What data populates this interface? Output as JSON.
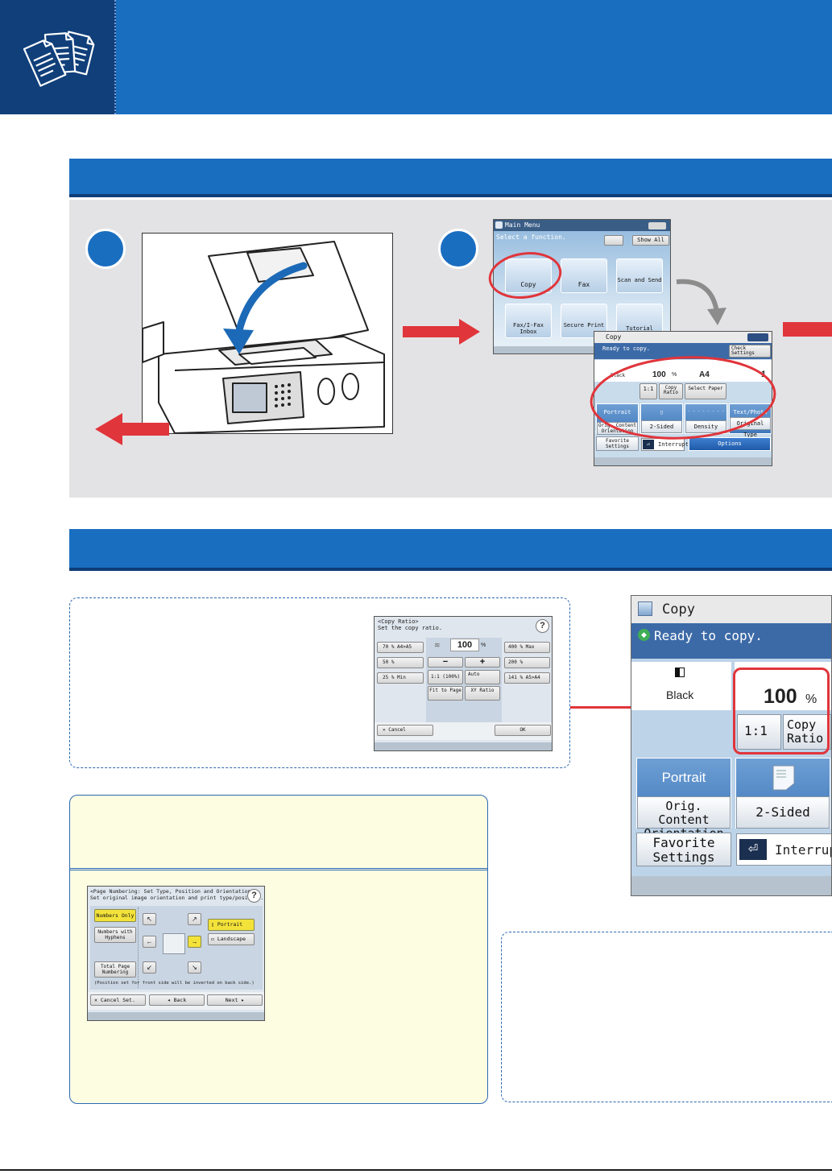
{
  "main_menu": {
    "title": "Main Menu",
    "prompt": "Select a function.",
    "show_all": "Show All",
    "tiles": [
      "Copy",
      "Fax",
      "Scan and Send",
      "Fax/I-Fax Inbox",
      "Secure Print",
      "Tutorial"
    ]
  },
  "copy_small": {
    "title": "Copy",
    "status": "Ready to copy.",
    "check_settings": "Check Settings",
    "color_mode": "Black",
    "ratio_value": "100",
    "ratio_unit": "%",
    "paper_size": "A4",
    "copies": "1",
    "one_to_one": "1:1",
    "copy_ratio": "Copy Ratio",
    "select_paper": "Select Paper",
    "portrait": "Portrait",
    "orig_content_orientation": "Orig. Content Orientation",
    "two_sided": "2-Sided",
    "density": "Density",
    "text_photo": "Text/Photo",
    "original_type": "Original Type",
    "favorite_settings": "Favorite Settings",
    "interrupt": "Interrupt",
    "options": "Options"
  },
  "copy_ratio_panel": {
    "title": "<Copy Ratio>",
    "subtitle": "Set the copy ratio.",
    "value": "100",
    "unit": "%",
    "presets_left": [
      "70 % A4>A5",
      "50 %",
      "25 % Min"
    ],
    "presets_right": [
      "400 % Max",
      "200 %",
      "141 % A5>A4"
    ],
    "minus": "−",
    "plus": "+",
    "one_to_one": "1:1 (100%)",
    "auto": "Auto",
    "fit_to_page": "Fit to Page",
    "xy_ratio": "XY Ratio",
    "cancel": "Cancel",
    "ok": "OK"
  },
  "page_numbering_panel": {
    "title": "<Page Numbering: Set Type, Position and Orientation>",
    "subtitle": "Set original image orientation and print type/position.",
    "numbers_only": "Numbers Only",
    "numbers_with_hyphens": "Numbers with Hyphens",
    "total_page_numbering": "Total Page Numbering",
    "portrait": "Portrait",
    "landscape": "Landscape",
    "note": "(Position set for front side will be inverted on back side.)",
    "cancel_settings": "Cancel Set.",
    "back": "Back",
    "next": "Next"
  },
  "copy_big": {
    "title": "Copy",
    "status": "Ready to copy.",
    "color_mode": "Black",
    "ratio_value": "100",
    "ratio_unit": "%",
    "one_to_one": "1:1",
    "copy_ratio": "Copy Ratio",
    "portrait": "Portrait",
    "orig_content_orientation": "Orig. Content Orientation",
    "two_sided": "2-Sided",
    "favorite_settings": "Favorite Settings",
    "interrupt": "Interrupt"
  },
  "colors": {
    "brand_blue": "#1a6ec0",
    "dark_blue": "#103f7a",
    "highlight_red": "#e0353b",
    "panel_gray": "#e3e3e5",
    "tip_yellow": "#fdfde2",
    "select_yellow": "#f3e23a"
  }
}
